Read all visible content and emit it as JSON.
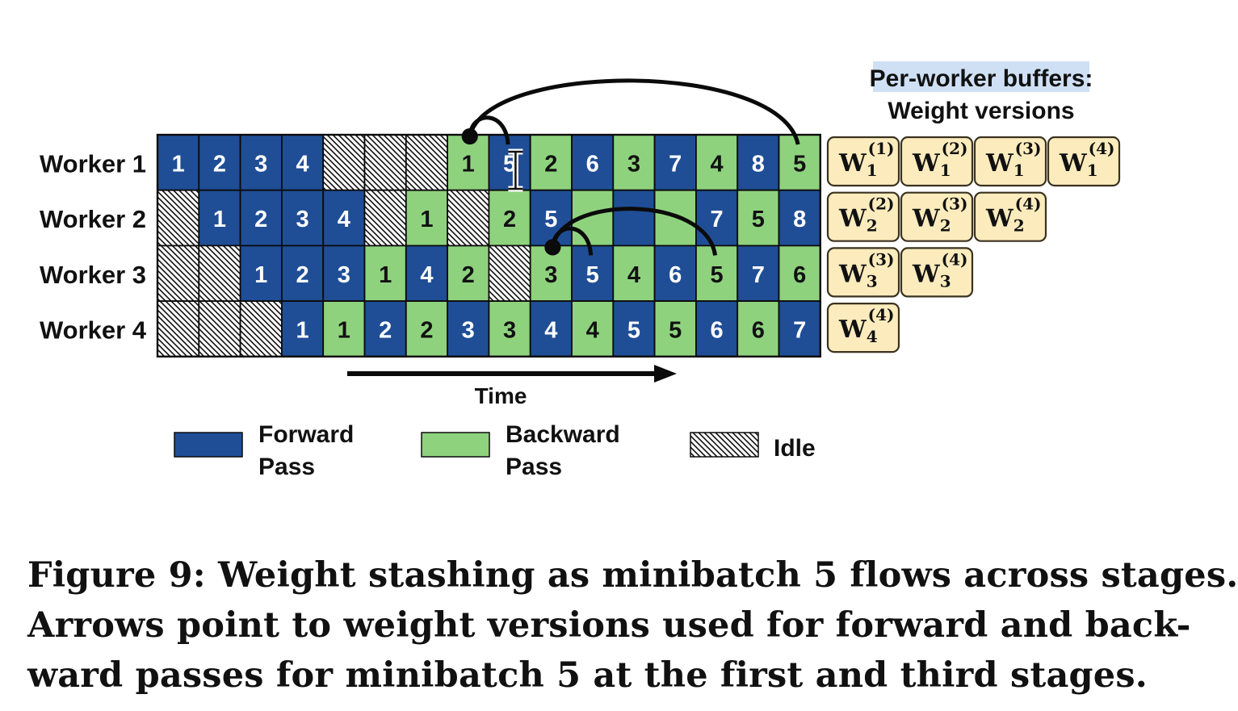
{
  "diagram": {
    "workers": [
      {
        "label": "Worker 1",
        "cells": [
          {
            "t": "F",
            "v": "1"
          },
          {
            "t": "F",
            "v": "2"
          },
          {
            "t": "F",
            "v": "3"
          },
          {
            "t": "F",
            "v": "4"
          },
          {
            "t": "I",
            "v": ""
          },
          {
            "t": "I",
            "v": ""
          },
          {
            "t": "I",
            "v": ""
          },
          {
            "t": "B",
            "v": "1"
          },
          {
            "t": "F",
            "v": "5"
          },
          {
            "t": "B",
            "v": "2"
          },
          {
            "t": "F",
            "v": "6"
          },
          {
            "t": "B",
            "v": "3"
          },
          {
            "t": "F",
            "v": "7"
          },
          {
            "t": "B",
            "v": "4"
          },
          {
            "t": "F",
            "v": "8"
          },
          {
            "t": "B",
            "v": "5"
          }
        ]
      },
      {
        "label": "Worker 2",
        "cells": [
          {
            "t": "I",
            "v": ""
          },
          {
            "t": "F",
            "v": "1"
          },
          {
            "t": "F",
            "v": "2"
          },
          {
            "t": "F",
            "v": "3"
          },
          {
            "t": "F",
            "v": "4"
          },
          {
            "t": "I",
            "v": ""
          },
          {
            "t": "B",
            "v": "1"
          },
          {
            "t": "I",
            "v": ""
          },
          {
            "t": "B",
            "v": "2"
          },
          {
            "t": "F",
            "v": "5"
          },
          {
            "t": "B",
            "v": ""
          },
          {
            "t": "F",
            "v": ""
          },
          {
            "t": "B",
            "v": ""
          },
          {
            "t": "F",
            "v": "7"
          },
          {
            "t": "B",
            "v": "5"
          },
          {
            "t": "F",
            "v": "8"
          }
        ]
      },
      {
        "label": "Worker 3",
        "cells": [
          {
            "t": "I",
            "v": ""
          },
          {
            "t": "I",
            "v": ""
          },
          {
            "t": "F",
            "v": "1"
          },
          {
            "t": "F",
            "v": "2"
          },
          {
            "t": "F",
            "v": "3"
          },
          {
            "t": "B",
            "v": "1"
          },
          {
            "t": "F",
            "v": "4"
          },
          {
            "t": "B",
            "v": "2"
          },
          {
            "t": "I",
            "v": ""
          },
          {
            "t": "B",
            "v": "3"
          },
          {
            "t": "F",
            "v": "5"
          },
          {
            "t": "B",
            "v": "4"
          },
          {
            "t": "F",
            "v": "6"
          },
          {
            "t": "B",
            "v": "5"
          },
          {
            "t": "F",
            "v": "7"
          },
          {
            "t": "B",
            "v": "6"
          }
        ]
      },
      {
        "label": "Worker 4",
        "cells": [
          {
            "t": "I",
            "v": ""
          },
          {
            "t": "I",
            "v": ""
          },
          {
            "t": "I",
            "v": ""
          },
          {
            "t": "F",
            "v": "1"
          },
          {
            "t": "B",
            "v": "1"
          },
          {
            "t": "F",
            "v": "2"
          },
          {
            "t": "B",
            "v": "2"
          },
          {
            "t": "F",
            "v": "3"
          },
          {
            "t": "B",
            "v": "3"
          },
          {
            "t": "F",
            "v": "4"
          },
          {
            "t": "B",
            "v": "4"
          },
          {
            "t": "F",
            "v": "5"
          },
          {
            "t": "B",
            "v": "5"
          },
          {
            "t": "F",
            "v": "6"
          },
          {
            "t": "B",
            "v": "6"
          },
          {
            "t": "F",
            "v": "7"
          }
        ]
      }
    ],
    "buffers_title": [
      "Per-worker buffers:",
      "Weight versions"
    ],
    "buffers": [
      [
        {
          "w": "W",
          "sub": "1",
          "sup": "(1)"
        },
        {
          "w": "W",
          "sub": "1",
          "sup": "(2)"
        },
        {
          "w": "W",
          "sub": "1",
          "sup": "(3)"
        },
        {
          "w": "W",
          "sub": "1",
          "sup": "(4)"
        }
      ],
      [
        {
          "w": "W",
          "sub": "2",
          "sup": "(2)"
        },
        {
          "w": "W",
          "sub": "2",
          "sup": "(3)"
        },
        {
          "w": "W",
          "sub": "2",
          "sup": "(4)"
        }
      ],
      [
        {
          "w": "W",
          "sub": "3",
          "sup": "(3)"
        },
        {
          "w": "W",
          "sub": "3",
          "sup": "(4)"
        }
      ],
      [
        {
          "w": "W",
          "sub": "4",
          "sup": "(4)"
        }
      ]
    ],
    "time_label": "Time",
    "legend": [
      {
        "kind": "F",
        "lines": [
          "Forward",
          "Pass"
        ]
      },
      {
        "kind": "B",
        "lines": [
          "Backward",
          "Pass"
        ]
      },
      {
        "kind": "I",
        "lines": [
          "Idle"
        ]
      }
    ],
    "arrows": [
      {
        "from_row": 0,
        "from_col": 7,
        "to_row": 0,
        "to_col": 8
      },
      {
        "from_row": 0,
        "from_col": 7,
        "to_row": 0,
        "to_col": 15
      },
      {
        "from_row": 2,
        "from_col": 9,
        "to_row": 2,
        "to_col": 10
      },
      {
        "from_row": 2,
        "from_col": 9,
        "to_row": 2,
        "to_col": 13
      }
    ],
    "colors": {
      "forward": "#1f4e96",
      "backward": "#8fd27e",
      "idle_bg": "#ffffff",
      "buffer_fill": "#fcecbd",
      "buffer_border": "#3a3220",
      "highlight": "#cfe0f5"
    }
  },
  "caption": {
    "lines": [
      "Figure 9: Weight stashing as minibatch 5 flows across stages.",
      "Arrows point to weight versions used for forward and back-",
      "ward passes for minibatch 5 at the first and third stages."
    ]
  }
}
